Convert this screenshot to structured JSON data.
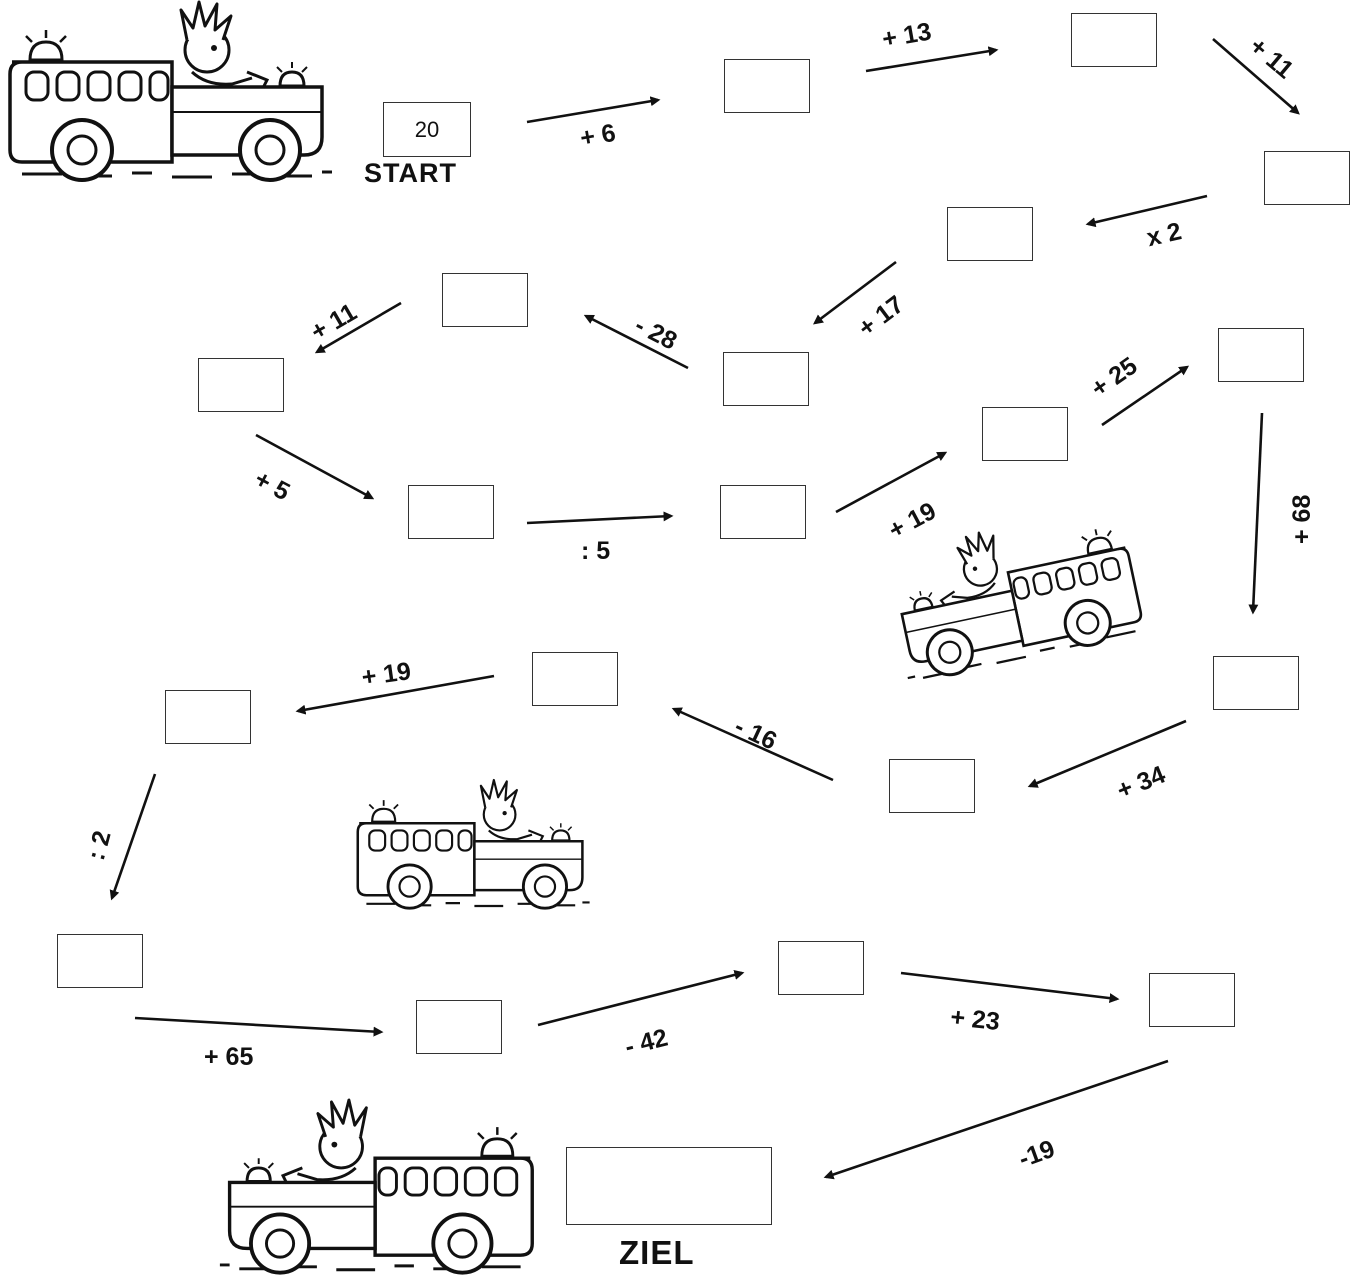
{
  "start_value": "20",
  "start_label": "START",
  "goal_label": "ZIEL",
  "operations": [
    "+ 6",
    "+ 13",
    "+ 11",
    "x 2",
    "+ 17",
    "- 28",
    "+ 11",
    "+ 5",
    ": 5",
    "+ 19",
    "+ 25",
    "+ 68",
    "+ 34",
    "- 16",
    "+ 19",
    ": 2",
    "+ 65",
    "- 42",
    "+ 23",
    "-19"
  ],
  "icons": [
    "fire-truck-icon",
    "arrow-icon"
  ]
}
